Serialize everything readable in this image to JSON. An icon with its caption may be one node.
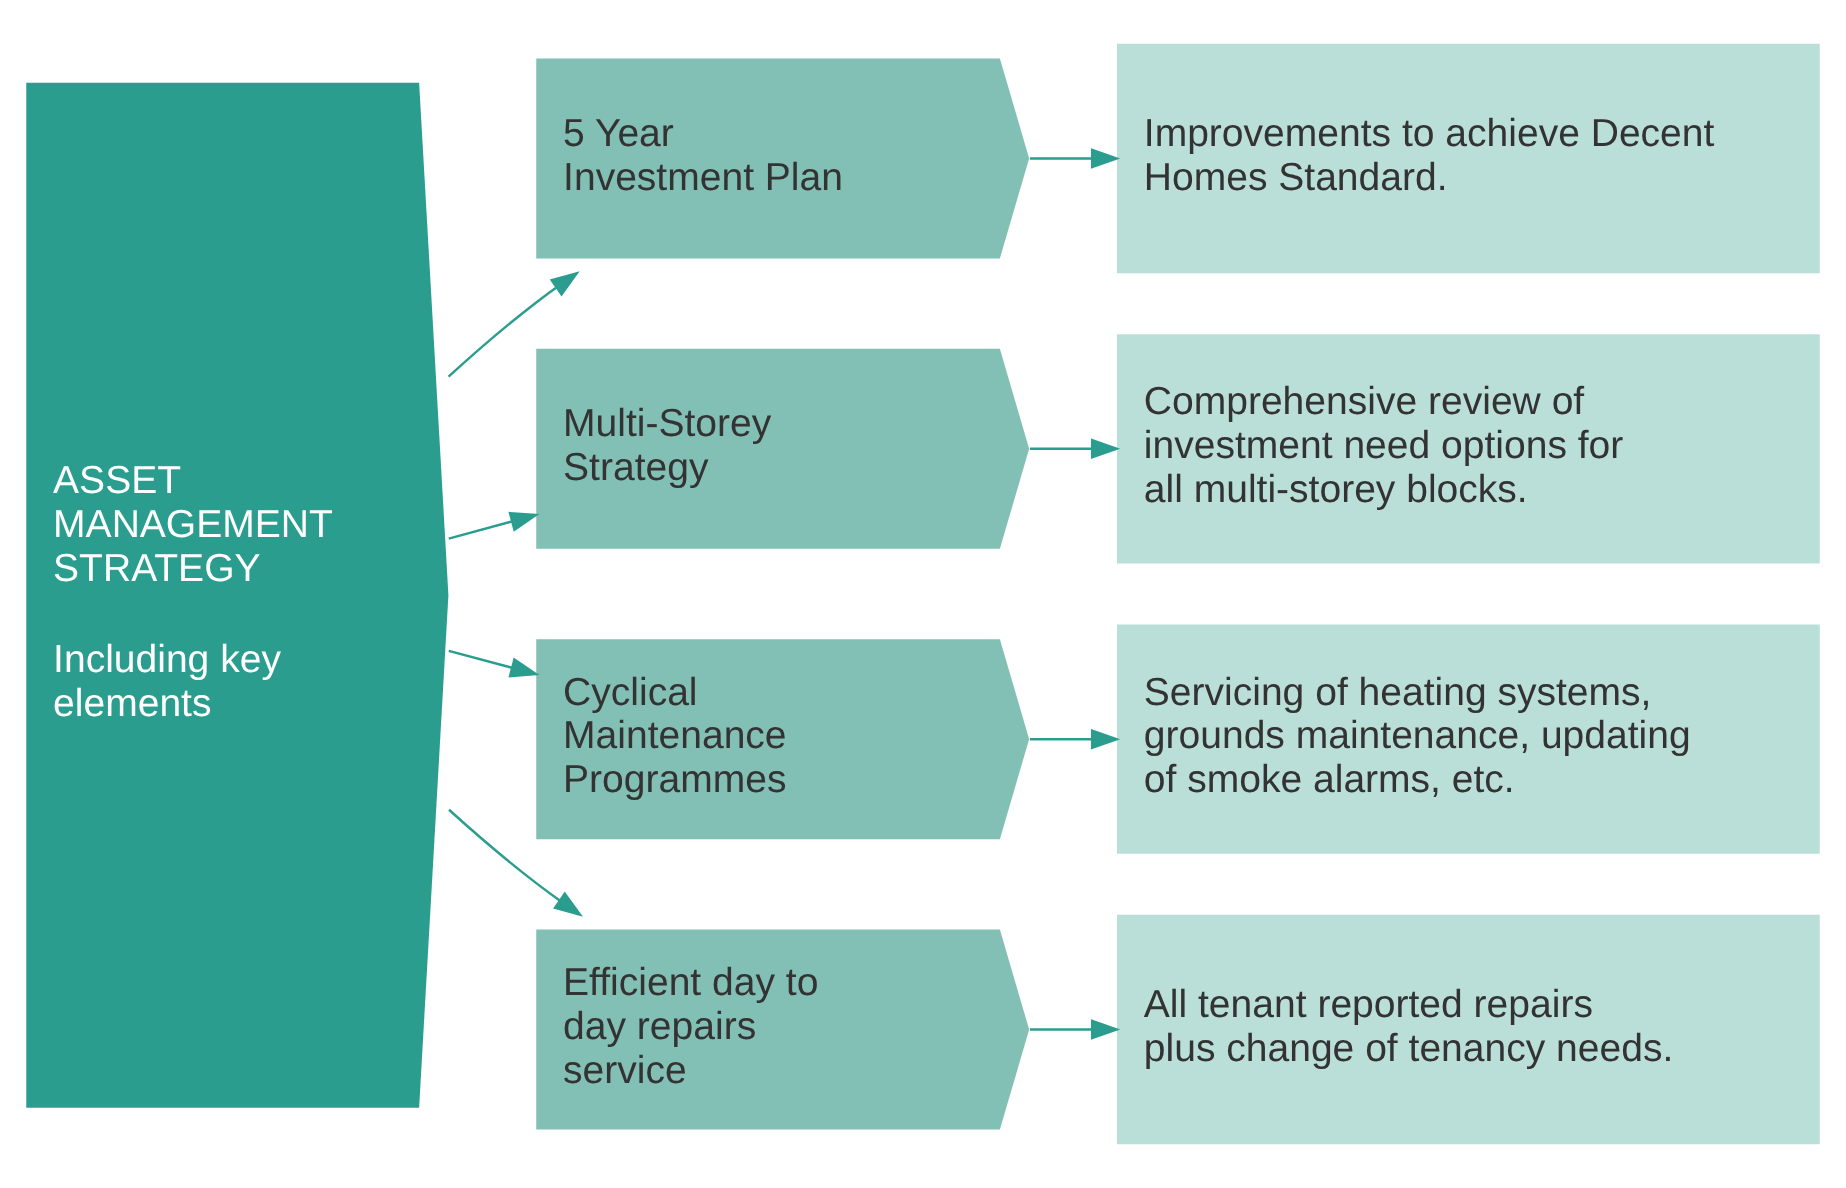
{
  "diagram": {
    "nodes": [
      {
        "text": [
          "ASSET MANAGEMENT STRATEGY",
          "Including key elements"
        ]
      },
      {
        "text": [
          "5 Year Investment Plan"
        ]
      },
      {
        "text": [
          "Improvements to achieve Decent Homes Standard."
        ]
      },
      {
        "text": [
          "Multi-Storey Strategy"
        ]
      },
      {
        "text": [
          "Comprehensive review of investment need options for all multi-storey blocks."
        ]
      },
      {
        "text": [
          "Cyclical Maintenance Programmes"
        ]
      },
      {
        "text": [
          "Servicing of heating systems, grounds maintenance, updating of smoke alarms, etc."
        ]
      },
      {
        "text": [
          "Efficient day to day repairs service"
        ]
      },
      {
        "text": [
          "All tenant reported repairs plus change of tenancy needs."
        ]
      }
    ],
    "edges": [
      {
        "from": 0,
        "to": 1,
        "arrow": "to"
      },
      {
        "from": 0,
        "to": 3,
        "arrow": "to"
      },
      {
        "from": 0,
        "to": 5,
        "arrow": "to"
      },
      {
        "from": 0,
        "to": 7,
        "arrow": "to"
      },
      {
        "from": 1,
        "to": 2,
        "arrow": "to"
      },
      {
        "from": 3,
        "to": 4,
        "arrow": "to"
      },
      {
        "from": 5,
        "to": 6,
        "arrow": "to"
      },
      {
        "from": 7,
        "to": 8,
        "arrow": "to"
      }
    ]
  }
}
